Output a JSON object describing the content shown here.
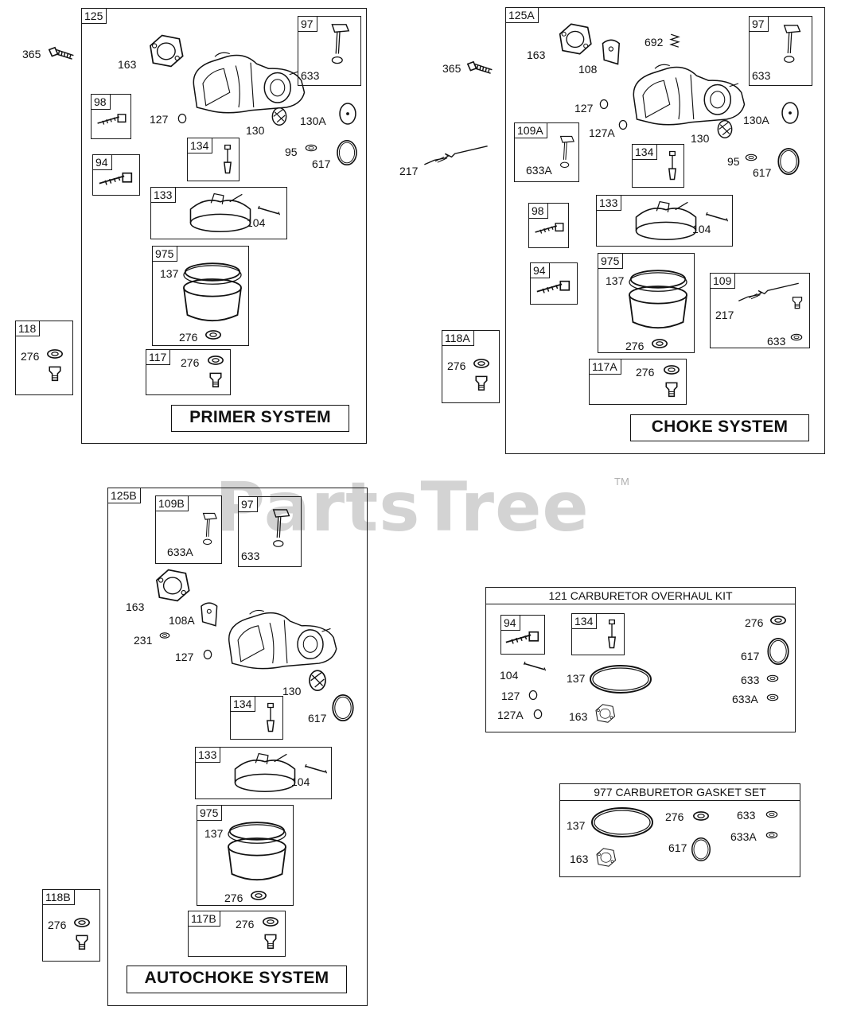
{
  "watermark": {
    "text": "PartsTree",
    "tm": "TM"
  },
  "primer": {
    "frame_tag": "125",
    "system_label": "PRIMER SYSTEM",
    "boxes": {
      "b97": "97",
      "b98": "98",
      "b94": "94",
      "b134": "134",
      "b133": "133",
      "b975": "975",
      "b118": "118",
      "b117": "117"
    },
    "labels": {
      "l365": "365",
      "l163": "163",
      "l127": "127",
      "l130": "130",
      "l130A": "130A",
      "l95": "95",
      "l617": "617",
      "l633": "633",
      "l104": "104",
      "l137": "137",
      "l276a": "276",
      "l276b": "276",
      "l276c": "276"
    }
  },
  "choke": {
    "frame_tag": "125A",
    "system_label": "CHOKE SYSTEM",
    "boxes": {
      "b97": "97",
      "b109A": "109A",
      "b134": "134",
      "b133": "133",
      "b98": "98",
      "b94": "94",
      "b975": "975",
      "b109": "109",
      "b118A": "118A",
      "b117A": "117A"
    },
    "labels": {
      "l365": "365",
      "l163": "163",
      "l108": "108",
      "l692": "692",
      "l633": "633",
      "l127": "127",
      "l127A": "127A",
      "l130": "130",
      "l130A": "130A",
      "l95": "95",
      "l617": "617",
      "l633A": "633A",
      "l217a": "217",
      "l104": "104",
      "l137": "137",
      "l276a": "276",
      "l217b": "217",
      "l633b": "633",
      "l276b": "276",
      "l276c": "276"
    }
  },
  "autochoke": {
    "frame_tag": "125B",
    "system_label": "AUTOCHOKE SYSTEM",
    "boxes": {
      "b109B": "109B",
      "b97": "97",
      "b134": "134",
      "b133": "133",
      "b975": "975",
      "b118B": "118B",
      "b117B": "117B"
    },
    "labels": {
      "l633A": "633A",
      "l633": "633",
      "l163": "163",
      "l108A": "108A",
      "l231": "231",
      "l127": "127",
      "l130": "130",
      "l617": "617",
      "l104": "104",
      "l137": "137",
      "l276a": "276",
      "l276b": "276",
      "l276c": "276"
    }
  },
  "overhaul_kit": {
    "title": "121 CARBURETOR OVERHAUL KIT",
    "boxes": {
      "b94": "94",
      "b134": "134"
    },
    "labels": {
      "l276": "276",
      "l617": "617",
      "l104": "104",
      "l137": "137",
      "l633": "633",
      "l127": "127",
      "l633A": "633A",
      "l127A": "127A",
      "l163": "163"
    }
  },
  "gasket_set": {
    "title": "977 CARBURETOR GASKET SET",
    "labels": {
      "l137": "137",
      "l276": "276",
      "l633": "633",
      "l633A": "633A",
      "l617": "617",
      "l163": "163"
    }
  }
}
